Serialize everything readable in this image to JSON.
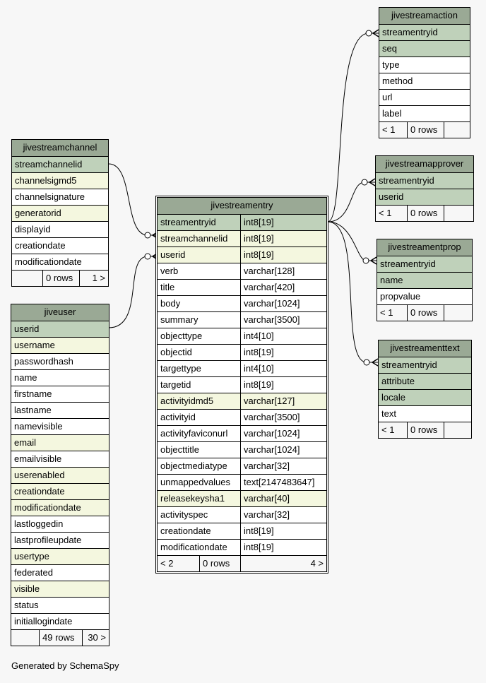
{
  "footer": "Generated by SchemaSpy",
  "tables": {
    "jivestreamaction": {
      "name": "jivestreamaction",
      "columns": [
        {
          "name": "streamentryid",
          "kind": "pk"
        },
        {
          "name": "seq",
          "kind": "pk"
        },
        {
          "name": "type",
          "kind": "plain"
        },
        {
          "name": "method",
          "kind": "plain"
        },
        {
          "name": "url",
          "kind": "plain"
        },
        {
          "name": "label",
          "kind": "plain"
        }
      ],
      "footer": {
        "parents": "< 1",
        "rows": "0 rows",
        "children": ""
      }
    },
    "jivestreamchannel": {
      "name": "jivestreamchannel",
      "columns": [
        {
          "name": "streamchannelid",
          "kind": "pk"
        },
        {
          "name": "channelsigmd5",
          "kind": "fk"
        },
        {
          "name": "channelsignature",
          "kind": "plain"
        },
        {
          "name": "generatorid",
          "kind": "fk"
        },
        {
          "name": "displayid",
          "kind": "plain"
        },
        {
          "name": "creationdate",
          "kind": "plain"
        },
        {
          "name": "modificationdate",
          "kind": "plain"
        }
      ],
      "footer": {
        "parents": "",
        "rows": "0 rows",
        "children": "1 >"
      }
    },
    "jivestreamapprover": {
      "name": "jivestreamapprover",
      "columns": [
        {
          "name": "streamentryid",
          "kind": "pk"
        },
        {
          "name": "userid",
          "kind": "pk"
        }
      ],
      "footer": {
        "parents": "< 1",
        "rows": "0 rows",
        "children": ""
      }
    },
    "jivestreamentry": {
      "name": "jivestreamentry",
      "columns": [
        {
          "name": "streamentryid",
          "type": "int8[19]",
          "kind": "pk"
        },
        {
          "name": "streamchannelid",
          "type": "int8[19]",
          "kind": "fk"
        },
        {
          "name": "userid",
          "type": "int8[19]",
          "kind": "fk"
        },
        {
          "name": "verb",
          "type": "varchar[128]",
          "kind": "plain"
        },
        {
          "name": "title",
          "type": "varchar[420]",
          "kind": "plain"
        },
        {
          "name": "body",
          "type": "varchar[1024]",
          "kind": "plain"
        },
        {
          "name": "summary",
          "type": "varchar[3500]",
          "kind": "plain"
        },
        {
          "name": "objecttype",
          "type": "int4[10]",
          "kind": "plain"
        },
        {
          "name": "objectid",
          "type": "int8[19]",
          "kind": "plain"
        },
        {
          "name": "targettype",
          "type": "int4[10]",
          "kind": "plain"
        },
        {
          "name": "targetid",
          "type": "int8[19]",
          "kind": "plain"
        },
        {
          "name": "activityidmd5",
          "type": "varchar[127]",
          "kind": "fk"
        },
        {
          "name": "activityid",
          "type": "varchar[3500]",
          "kind": "plain"
        },
        {
          "name": "activityfaviconurl",
          "type": "varchar[1024]",
          "kind": "plain"
        },
        {
          "name": "objecttitle",
          "type": "varchar[1024]",
          "kind": "plain"
        },
        {
          "name": "objectmediatype",
          "type": "varchar[32]",
          "kind": "plain"
        },
        {
          "name": "unmappedvalues",
          "type": "text[2147483647]",
          "kind": "plain"
        },
        {
          "name": "releasekeysha1",
          "type": "varchar[40]",
          "kind": "fk"
        },
        {
          "name": "activityspec",
          "type": "varchar[32]",
          "kind": "plain"
        },
        {
          "name": "creationdate",
          "type": "int8[19]",
          "kind": "plain"
        },
        {
          "name": "modificationdate",
          "type": "int8[19]",
          "kind": "plain"
        }
      ],
      "footer": {
        "parents": "< 2",
        "rows": "0 rows",
        "children": "4 >"
      }
    },
    "jivestreamentprop": {
      "name": "jivestreamentprop",
      "columns": [
        {
          "name": "streamentryid",
          "kind": "pk"
        },
        {
          "name": "name",
          "kind": "pk"
        },
        {
          "name": "propvalue",
          "kind": "plain"
        }
      ],
      "footer": {
        "parents": "< 1",
        "rows": "0 rows",
        "children": ""
      }
    },
    "jivestreamenttext": {
      "name": "jivestreamenttext",
      "columns": [
        {
          "name": "streamentryid",
          "kind": "pk"
        },
        {
          "name": "attribute",
          "kind": "pk"
        },
        {
          "name": "locale",
          "kind": "pk"
        },
        {
          "name": "text",
          "kind": "plain"
        }
      ],
      "footer": {
        "parents": "< 1",
        "rows": "0 rows",
        "children": ""
      }
    },
    "jiveuser": {
      "name": "jiveuser",
      "columns": [
        {
          "name": "userid",
          "kind": "pk"
        },
        {
          "name": "username",
          "kind": "fk"
        },
        {
          "name": "passwordhash",
          "kind": "plain"
        },
        {
          "name": "name",
          "kind": "plain"
        },
        {
          "name": "firstname",
          "kind": "plain"
        },
        {
          "name": "lastname",
          "kind": "plain"
        },
        {
          "name": "namevisible",
          "kind": "plain"
        },
        {
          "name": "email",
          "kind": "fk"
        },
        {
          "name": "emailvisible",
          "kind": "plain"
        },
        {
          "name": "userenabled",
          "kind": "fk"
        },
        {
          "name": "creationdate",
          "kind": "fk"
        },
        {
          "name": "modificationdate",
          "kind": "fk"
        },
        {
          "name": "lastloggedin",
          "kind": "plain"
        },
        {
          "name": "lastprofileupdate",
          "kind": "plain"
        },
        {
          "name": "usertype",
          "kind": "fk"
        },
        {
          "name": "federated",
          "kind": "plain"
        },
        {
          "name": "visible",
          "kind": "fk"
        },
        {
          "name": "status",
          "kind": "plain"
        },
        {
          "name": "initiallogindate",
          "kind": "plain"
        }
      ],
      "footer": {
        "parents": "",
        "rows": "49 rows",
        "children": "30 >"
      }
    }
  }
}
